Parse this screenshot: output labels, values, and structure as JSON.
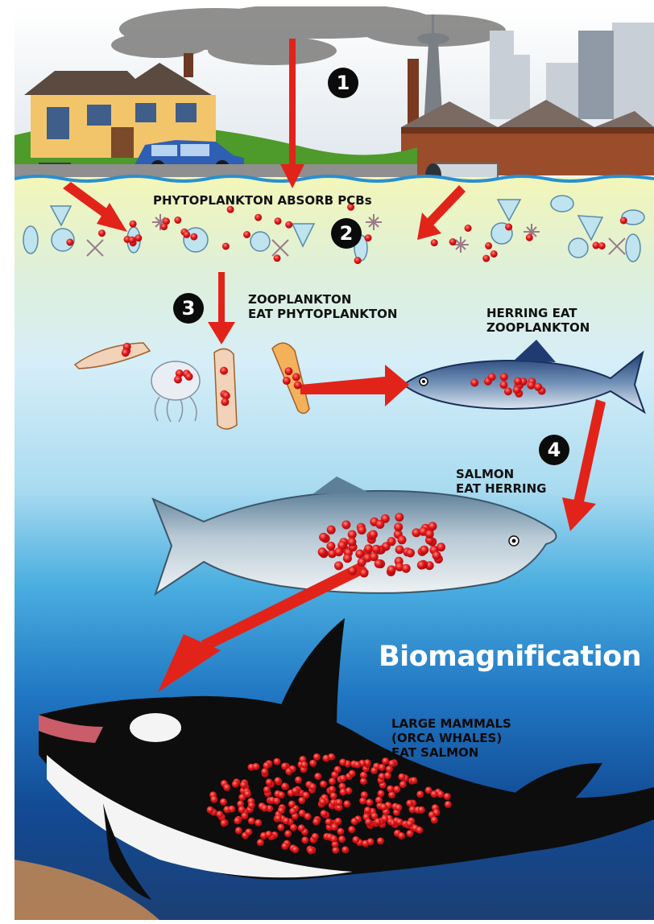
{
  "steps": [
    "1",
    "2",
    "3",
    "4"
  ],
  "labels": {
    "phytoplankton": "PHYTOPLANKTON ABSORB PCBs",
    "zooplankton": [
      "ZOOPLANKTON",
      "EAT PHYTOPLANKTON"
    ],
    "herring": [
      "HERRING EAT",
      "ZOOPLANKTON"
    ],
    "salmon": [
      "SALMON",
      "EAT HERRING"
    ],
    "orca": [
      "LARGE MAMMALS",
      "(ORCA WHALES)",
      "EAT SALMON"
    ]
  },
  "title": "Biomagnification",
  "colors": {
    "arrow": "#e2231a",
    "pcb_dot": "#e0161a",
    "sky": "#cfdbe6",
    "deep_water": "#123f84",
    "orca": "#0d0d0d",
    "salmon_back": "#6e8fa6",
    "herring_back": "#2c4a7e"
  }
}
